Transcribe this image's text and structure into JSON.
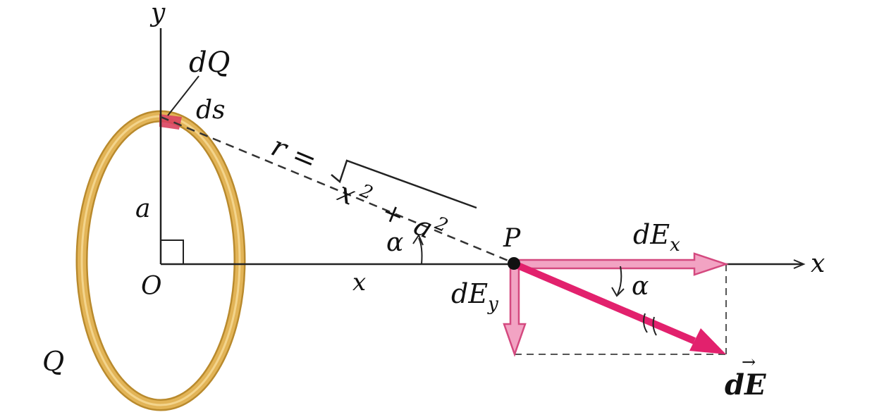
{
  "labels": {
    "y_axis": "y",
    "x_axis": "x",
    "dQ": "dQ",
    "ds": "ds",
    "r_formula_lhs": "r =",
    "r_formula_x2": "x",
    "r_formula_plus": "+",
    "r_formula_a2": "a",
    "exponent": "2",
    "a": "a",
    "O": "O",
    "Q": "Q",
    "x_dist": "x",
    "alpha_left": "α",
    "P": "P",
    "dEx": "dE",
    "dEx_sub": "x",
    "dEy": "dE",
    "dEy_sub": "y",
    "alpha_right": "α",
    "dE": "dE",
    "arrow_mark": "→"
  },
  "colors": {
    "ring": "#e2b457",
    "ring_edge": "#b98a2d",
    "charge_element": "#d9435f",
    "field_vector": "#e2216d",
    "component_fill": "#f2a3c3",
    "component_edge": "#d4497f",
    "axis": "#222222"
  }
}
